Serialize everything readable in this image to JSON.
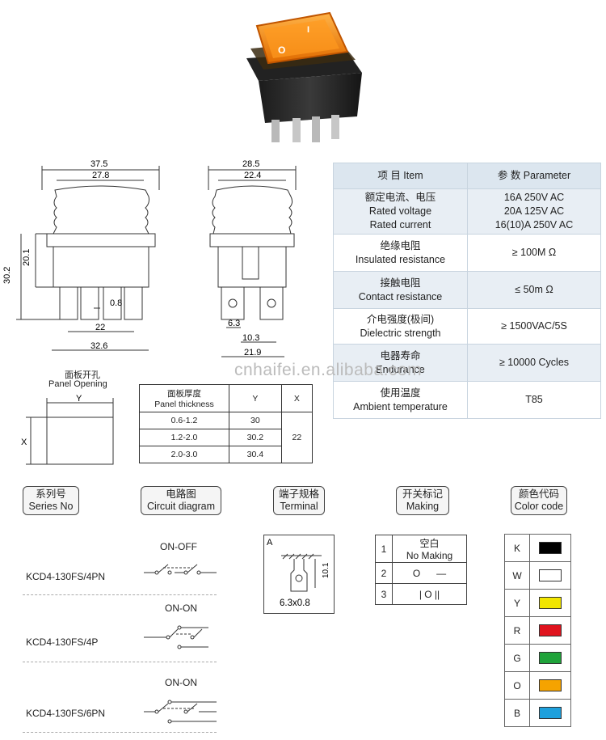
{
  "dimensions": {
    "front_width_outer": "37.5",
    "front_width_inner": "27.8",
    "front_height_upper": "20.1",
    "front_height_total": "30.2",
    "front_gap": "0.8",
    "front_terminal_span": "22",
    "front_bottom_width": "32.6",
    "side_width_outer": "28.5",
    "side_width_inner": "22.4",
    "side_terminal_width": "6.3",
    "side_terminal_gap": "10.3",
    "side_bottom_width": "21.9"
  },
  "params": {
    "header_item": "项 目   Item",
    "header_param": "参 数   Parameter",
    "rows": [
      {
        "item": [
          "额定电流、电压",
          "Rated voltage",
          "Rated current"
        ],
        "value": [
          "16A 250V AC",
          "20A 125V AC",
          "16(10)A 250V AC"
        ]
      },
      {
        "item": [
          "绝缘电阻",
          "Insulated resistance"
        ],
        "value": [
          "≥ 100M Ω"
        ]
      },
      {
        "item": [
          "接触电阻",
          "Contact resistance"
        ],
        "value": [
          "≤ 50m Ω"
        ]
      },
      {
        "item": [
          "介电强度(极间)",
          "Dielectric strength"
        ],
        "value": [
          "≥ 1500VAC/5S"
        ]
      },
      {
        "item": [
          "电器寿命",
          "Endurance"
        ],
        "value": [
          "≥ 10000 Cycles"
        ]
      },
      {
        "item": [
          "使用温度",
          "Ambient temperature"
        ],
        "value": [
          "T85"
        ]
      }
    ]
  },
  "watermark": "cnhaifei.en.alibaba.com",
  "panel_opening": {
    "title_cn": "面板开孔",
    "title_en": "Panel Opening",
    "y_label": "Y",
    "x_label": "X"
  },
  "panel_table": {
    "header_thickness_cn": "面板厚度",
    "header_thickness_en": "Panel thickness",
    "header_y": "Y",
    "header_x": "X",
    "rows": [
      {
        "thickness": "0.6-1.2",
        "y": "30"
      },
      {
        "thickness": "1.2-2.0",
        "y": "30.2"
      },
      {
        "thickness": "2.0-3.0",
        "y": "30.4"
      }
    ],
    "x_value": "22"
  },
  "sections": {
    "series_cn": "系列号",
    "series_en": "Series No",
    "circuit_cn": "电路图",
    "circuit_en": "Circuit diagram",
    "terminal_cn": "端子规格",
    "terminal_en": "Terminal",
    "making_cn": "开关标记",
    "making_en": "Making",
    "color_cn": "颜色代码",
    "color_en": "Color code"
  },
  "series": [
    {
      "model": "KCD4-130FS/4PN",
      "mode": "ON-OFF"
    },
    {
      "model": "KCD4-130FS/4P",
      "mode": "ON-ON"
    },
    {
      "model": "KCD4-130FS/6PN",
      "mode": "ON-ON"
    }
  ],
  "terminal": {
    "label": "A",
    "dim": "10.1",
    "size": "6.3x0.8"
  },
  "making": {
    "row1_num": "1",
    "row1_cn": "空白",
    "row1_en": "No Making",
    "row2_num": "2",
    "row2_sym1": "O",
    "row2_sym2": "—",
    "row3_num": "3",
    "row3_sym": "|  O  ||"
  },
  "switch_symbols": {
    "top": "I",
    "bottom": "O"
  },
  "colors": [
    {
      "code": "K",
      "hex": "#000000"
    },
    {
      "code": "W",
      "hex": "#ffffff"
    },
    {
      "code": "Y",
      "hex": "#f2e600"
    },
    {
      "code": "R",
      "hex": "#e0141e"
    },
    {
      "code": "G",
      "hex": "#1fa33a"
    },
    {
      "code": "O",
      "hex": "#f5a300"
    },
    {
      "code": "B",
      "hex": "#1ea0dc"
    }
  ]
}
